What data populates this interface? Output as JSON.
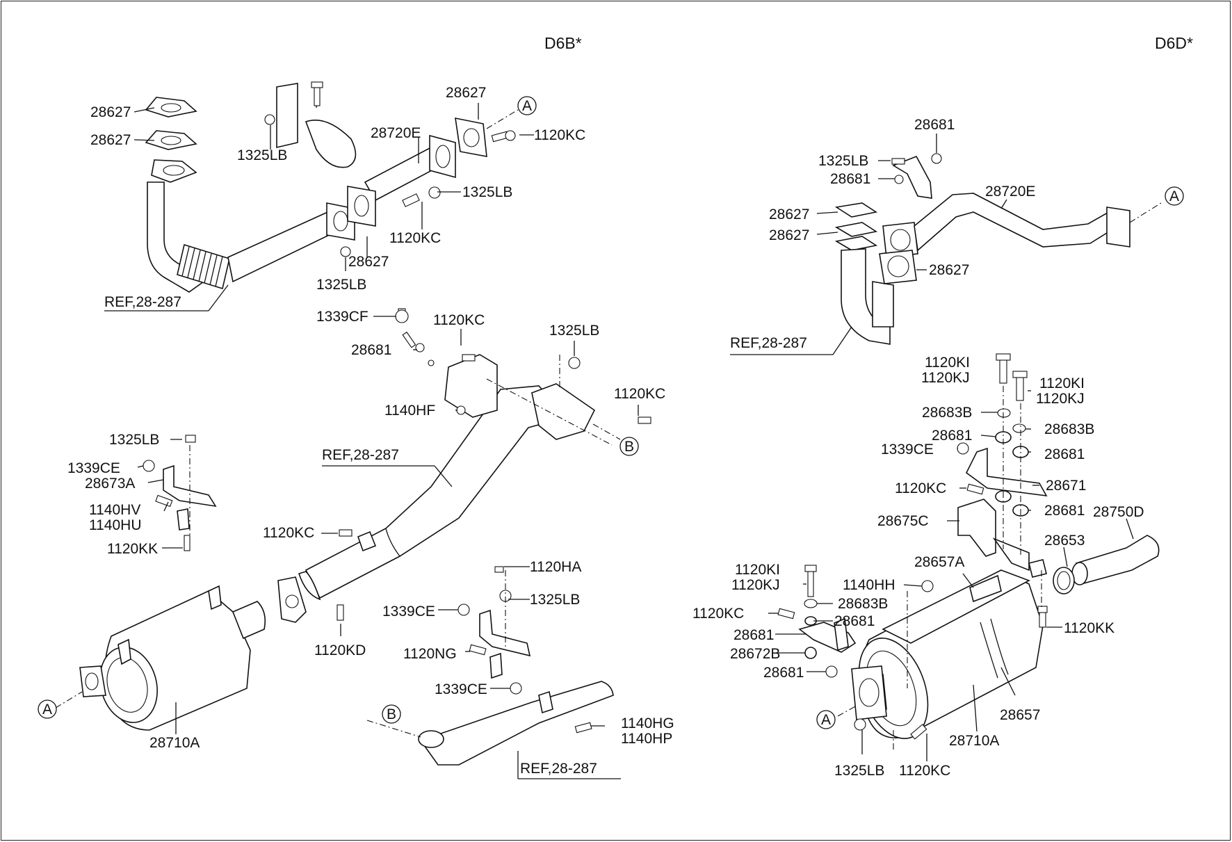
{
  "headers": {
    "left": "D6B*",
    "right": "D6D*"
  },
  "refs": {
    "left_a": "REF,28-287",
    "left_b": "REF,28-287",
    "left_c": "REF,28-287",
    "right_a": "REF,28-287"
  },
  "connectors": {
    "A": "A",
    "B": "B"
  },
  "left_labels": {
    "gasket_top": "28627",
    "gasket_2": "28627",
    "nut_1325lb_top": "1325LB",
    "pipe_28720e": "28720E",
    "gasket_28627_c": "28627",
    "bolt_1120kc_top": "1120KC",
    "nut_1325lb_mid": "1325LB",
    "bolt_1120kc_mid": "1120KC",
    "gasket_28627_mid": "28627",
    "nut_1325lb_low": "1325LB",
    "bolt_1339cf": "1339CF",
    "washer_28681": "28681",
    "bolt_1120kc_c": "1120KC",
    "nut_1325lb_c": "1325LB",
    "bolt_1140hf": "1140HF",
    "bolt_1120kc_r": "1120KC",
    "nut_1325lb_hanger": "1325LB",
    "nut_1339ce_hanger": "1339CE",
    "bracket_28673a": "28673A",
    "bolt_1140hv": "1140HV",
    "bolt_1140hu": "1140HU",
    "bolt_1120kk": "1120KK",
    "bolt_1120kc_low": "1120KC",
    "bolt_1120kd": "1120KD",
    "muffler_28710a": "28710A",
    "bolt_1120ha": "1120HA",
    "nut_1325lb_tail": "1325LB",
    "nut_1339ce_tail": "1339CE",
    "bolt_1120ng": "1120NG",
    "nut_1339ce_tail2": "1339CE",
    "bolt_1140hg": "1140HG",
    "bolt_1140hp": "1140HP"
  },
  "right_labels": {
    "washer_28681_top": "28681",
    "nut_1325lb_top": "1325LB",
    "washer_28681_2": "28681",
    "gasket_28627_1": "28627",
    "gasket_28627_2": "28627",
    "pipe_28720e": "28720E",
    "gasket_28627_3": "28627",
    "bolt_1120ki_1": "1120KI",
    "bolt_1120kj_1": "1120KJ",
    "bolt_1120ki_2": "1120KI",
    "bolt_1120kj_2": "1120KJ",
    "washer_28683b_1": "28683B",
    "washer_28683b_2": "28683B",
    "rubber_28681_1": "28681",
    "nut_1339ce": "1339CE",
    "rubber_28681_2": "28681",
    "bracket_28671": "28671",
    "bolt_1120kc": "1120KC",
    "rubber_28681_3": "28681",
    "bracket_28675c": "28675C",
    "tailpipe_28750d": "28750D",
    "clamp_28653": "28653",
    "heatshield_28657a": "28657A",
    "bolt_1120ki_3": "1120KI",
    "bolt_1120kj_3": "1120KJ",
    "bolt_1140hh": "1140HH",
    "washer_28683b_3": "28683B",
    "bolt_1120kc_2": "1120KC",
    "rubber_28681_4": "28681",
    "rubber_28681_5": "28681",
    "bracket_28672b": "28672B",
    "nut_28681_6": "28681",
    "bolt_1120kk": "1120KK",
    "shield_28657": "28657",
    "muffler_28710a": "28710A",
    "nut_1325lb": "1325LB",
    "bolt_1120kc_3": "1120KC"
  }
}
